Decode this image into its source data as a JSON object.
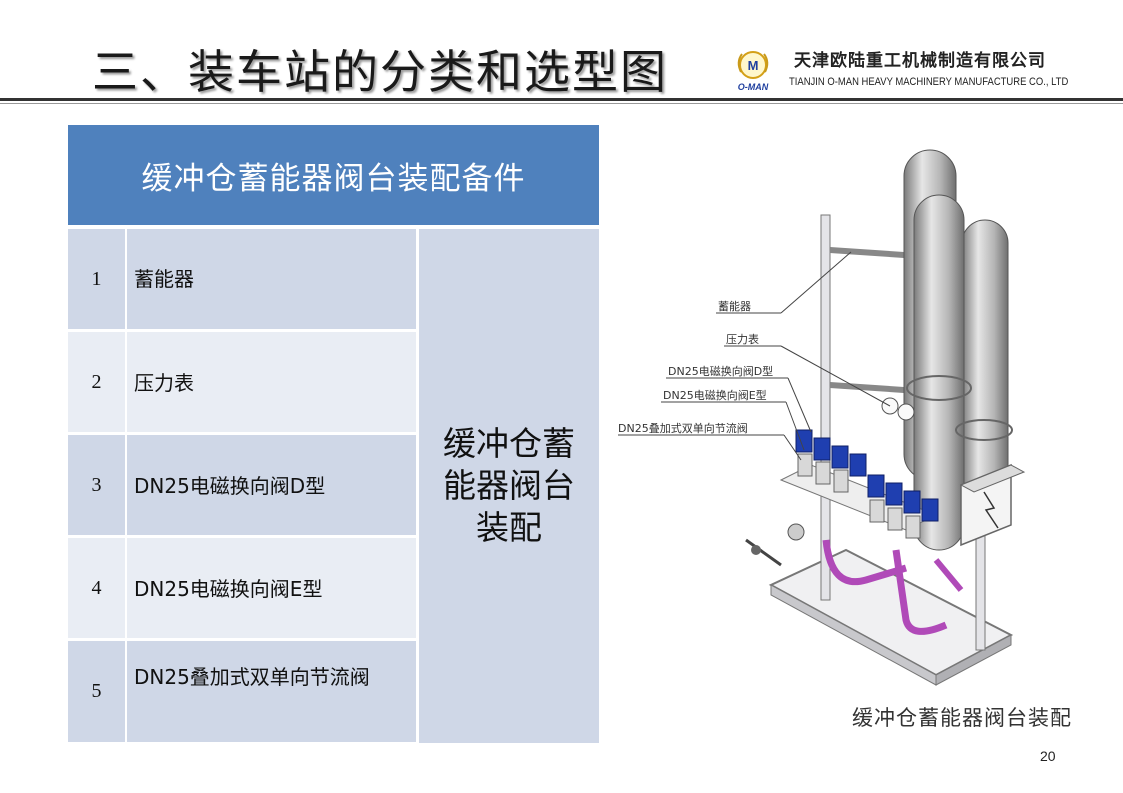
{
  "header": {
    "title": "三、装车站的分类和选型图",
    "company_cn": "天津欧陆重工机械制造有限公司",
    "company_en": "TIANJIN O-MAN HEAVY MACHINERY MANUFACTURE CO., LTD",
    "logo_letter": "M",
    "logo_text": "O-MAN"
  },
  "table": {
    "header": "缓冲仓蓄能器阀台装配备件",
    "merged_label": "缓冲仓蓄能器阀台装配",
    "rows": [
      {
        "num": "1",
        "name": "蓄能器"
      },
      {
        "num": "2",
        "name": "压力表"
      },
      {
        "num": "3",
        "name": "DN25电磁换向阀D型"
      },
      {
        "num": "4",
        "name": "DN25电磁换向阀E型"
      },
      {
        "num": "5",
        "name": "DN25叠加式双单向节流阀"
      }
    ]
  },
  "illustration": {
    "callouts": [
      "蓄能器",
      "压力表",
      "DN25电磁换向阀D型",
      "DN25电磁换向阀E型",
      "DN25叠加式双单向节流阀"
    ],
    "caption": "缓冲仓蓄能器阀台装配"
  },
  "page_number": "20",
  "colors": {
    "header_blue": "#4f81bd",
    "row_dark": "#cfd7e7",
    "row_light": "#e9edf4",
    "pipe_purple": "#b04ab8",
    "valve_blue": "#1f3fb0"
  }
}
